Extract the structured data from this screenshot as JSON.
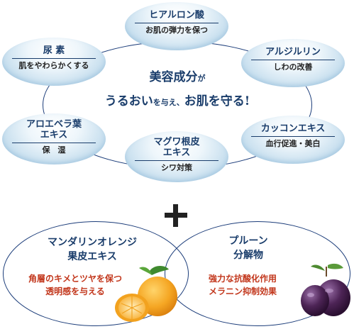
{
  "center": {
    "line1_main": "美容成分",
    "line1_suffix": "が",
    "line2_a": "うるおい",
    "line2_b": "を与え、",
    "line2_c": "お肌を守る!"
  },
  "bubbles": [
    {
      "title": "ヒアルロン酸",
      "sub": "お肌の弾力を保つ"
    },
    {
      "title": "尿 素",
      "sub": "肌をやわらかくする"
    },
    {
      "title": "アルジルリン",
      "sub": "しわの改善"
    },
    {
      "title": "アロエベラ葉",
      "title2": "エキス",
      "sub": "保　湿"
    },
    {
      "title": "マグワ根皮",
      "title2": "エキス",
      "sub": "シワ対策"
    },
    {
      "title": "カッコンエキス",
      "sub": "血行促進・美白"
    }
  ],
  "bottom": {
    "left": {
      "title1": "マンダリンオレンジ",
      "title2": "果皮エキス",
      "desc1": "角層のキメとツヤを保つ",
      "desc2": "透明感を与える"
    },
    "right": {
      "title1": "プルーン",
      "title2": "分解物",
      "desc1": "強力な抗酸化作用",
      "desc2": "メラニン抑制効果"
    }
  },
  "colors": {
    "navy": "#1a3d6b",
    "accent_red": "#c2361b",
    "bubble_blue": "#a9cde3"
  }
}
